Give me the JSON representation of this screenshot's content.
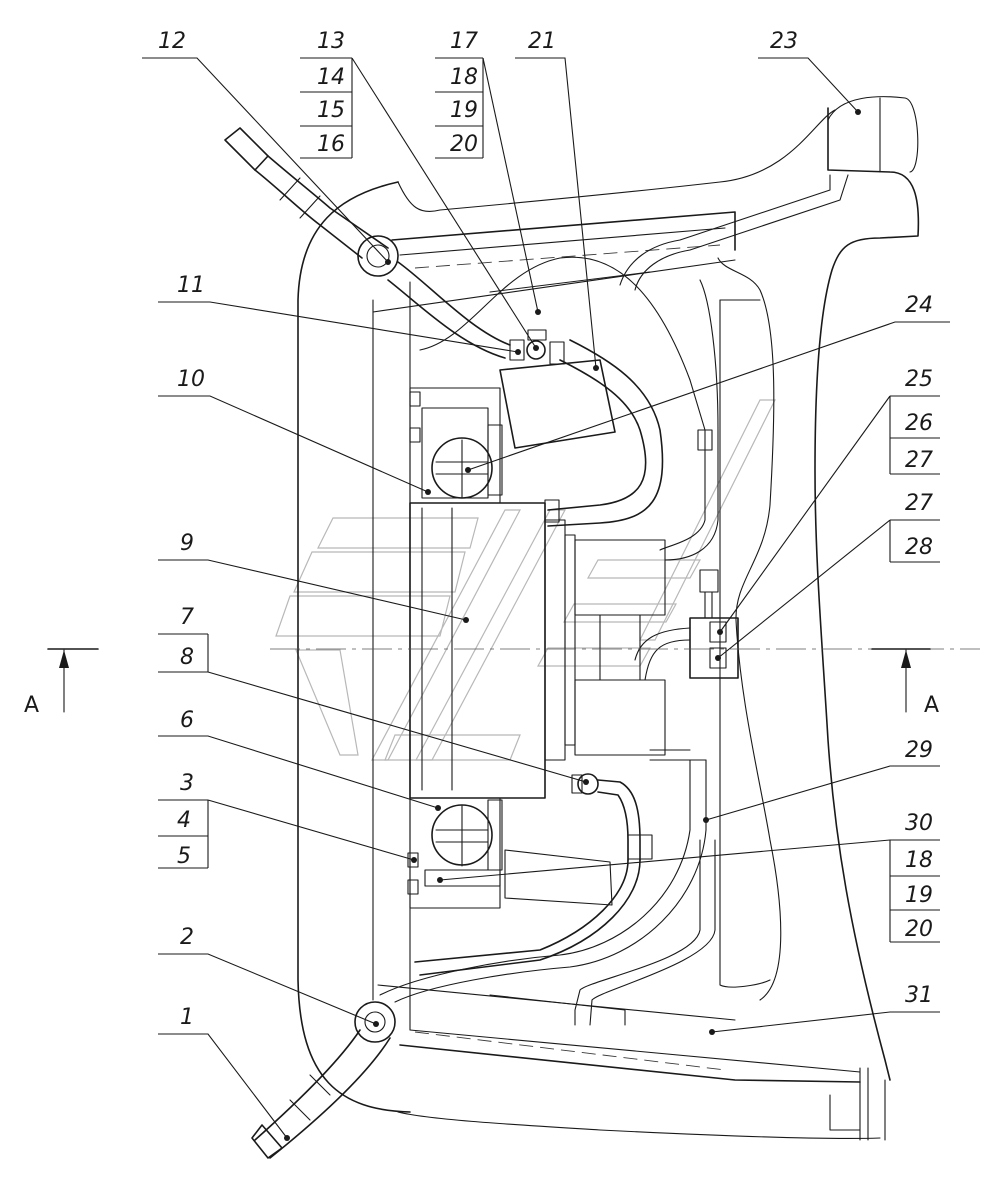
{
  "callouts": {
    "c1": "1",
    "c2": "2",
    "c3": "3",
    "c4": "4",
    "c5": "5",
    "c6": "6",
    "c7": "7",
    "c8": "8",
    "c9": "9",
    "c10": "10",
    "c11": "11",
    "c12": "12",
    "c13": "13",
    "c14": "14",
    "c15": "15",
    "c16": "16",
    "c17": "17",
    "c18": "18",
    "c19": "19",
    "c20": "20",
    "c21": "21",
    "c23": "23",
    "c24": "24",
    "c25": "25",
    "c26": "26",
    "c27a": "27",
    "c27b": "27",
    "c28": "28",
    "c29": "29",
    "c30": "30",
    "c18b": "18",
    "c19b": "19",
    "c20b": "20",
    "c31": "31"
  },
  "section": {
    "left": "A",
    "right": "A"
  }
}
